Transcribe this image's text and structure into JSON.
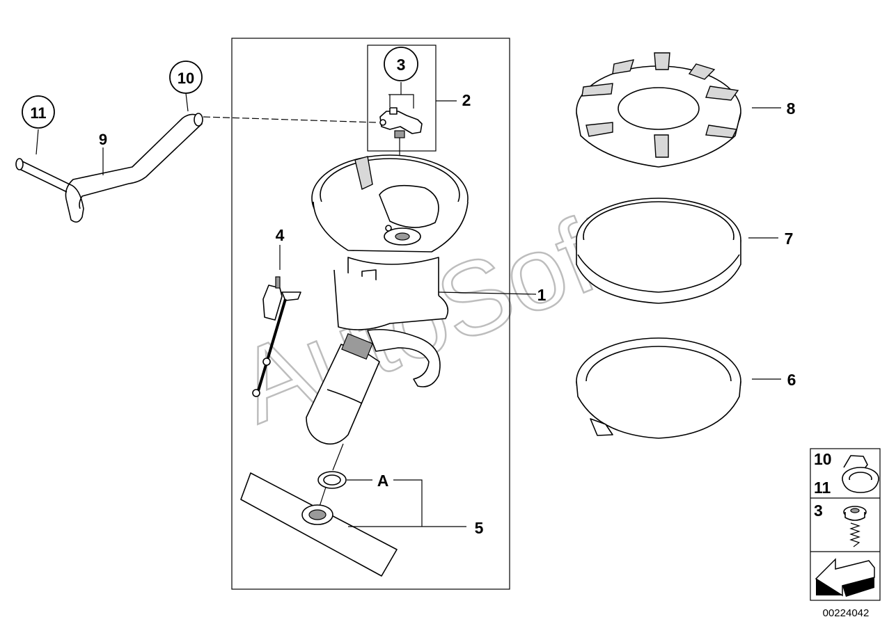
{
  "diagram_number": "00224042",
  "watermark": "AutoSoft",
  "callouts": [
    {
      "id": "c1",
      "text": "1"
    },
    {
      "id": "c2",
      "text": "2"
    },
    {
      "id": "c3",
      "text": "3"
    },
    {
      "id": "c4",
      "text": "4"
    },
    {
      "id": "c5",
      "text": "5"
    },
    {
      "id": "c6",
      "text": "6"
    },
    {
      "id": "c7",
      "text": "7"
    },
    {
      "id": "c8",
      "text": "8"
    },
    {
      "id": "c9",
      "text": "9"
    },
    {
      "id": "c10",
      "text": "10"
    },
    {
      "id": "c11",
      "text": "11"
    },
    {
      "id": "cA",
      "text": "A"
    }
  ],
  "legend": {
    "row1_top": "10",
    "row1_bottom": "11",
    "row2": "3"
  }
}
